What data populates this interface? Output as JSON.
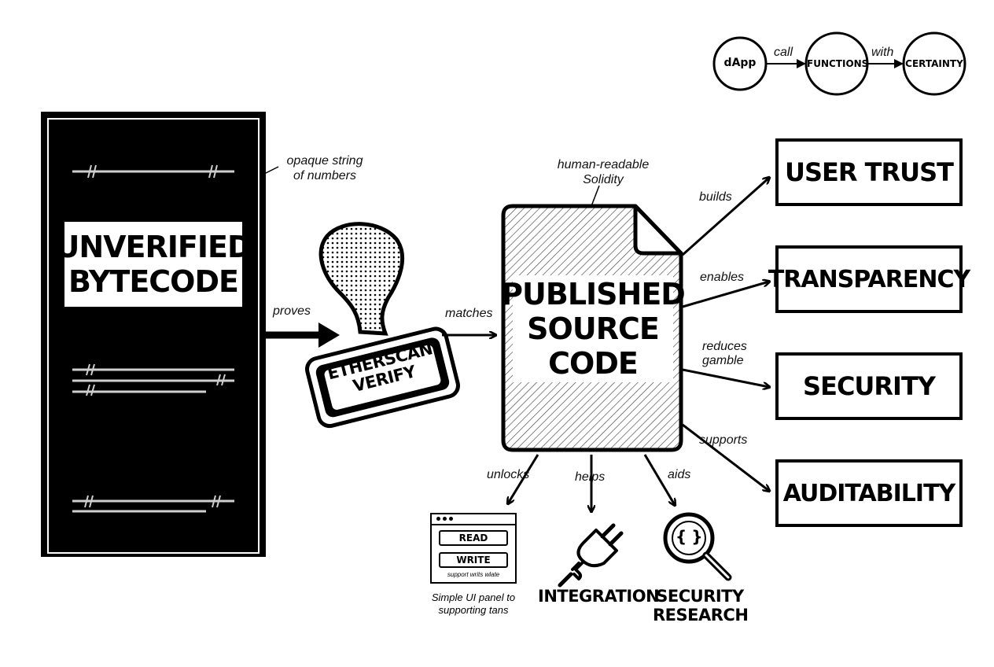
{
  "flow": {
    "node_dapp": "dApp",
    "edge_call": "call",
    "node_functions": "FUNCTIONS",
    "edge_with": "with",
    "node_certainty": "CERTAINTY"
  },
  "bytecode": {
    "title_line1": "UNVERIFIED",
    "title_line2": "BYTECODE",
    "note_line1": "opaque string",
    "note_line2": "of numbers"
  },
  "stamp": {
    "line1": "ETHERSCAN",
    "line2": "VERIFY"
  },
  "edges": {
    "proves": "proves",
    "matches": "matches",
    "builds": "builds",
    "enables": "enables",
    "reduces_line1": "reduces",
    "reduces_line2": "gamble",
    "supports": "supports",
    "unlocks": "unlocks",
    "helps": "helps",
    "aids": "aids"
  },
  "source": {
    "note_line1": "human-readable",
    "note_line2": "Solidity",
    "title_line1": "PUBLISHED",
    "title_line2": "SOURCE",
    "title_line3": "CODE"
  },
  "outcomes": [
    "USER TRUST",
    "TRANSPARENCY",
    "SECURITY",
    "AUDITABILITY"
  ],
  "ui_panel": {
    "read_label": "READ",
    "write_label": "WRITE",
    "small_note": "support writs wlate",
    "caption_line1": "Simple UI panel to",
    "caption_line2": "supporting tans"
  },
  "integration": {
    "label": "INTEGRATION"
  },
  "research": {
    "line1": "SECURITY",
    "line2": "RESEARCH",
    "glyph": "{ }"
  },
  "icons": [
    "plug-icon",
    "magnifier-icon",
    "browser-window-icon",
    "stamp-icon",
    "document-icon"
  ],
  "colors": {
    "ink": "#000000",
    "paper": "#ffffff",
    "rule": "#bbbbbb"
  }
}
